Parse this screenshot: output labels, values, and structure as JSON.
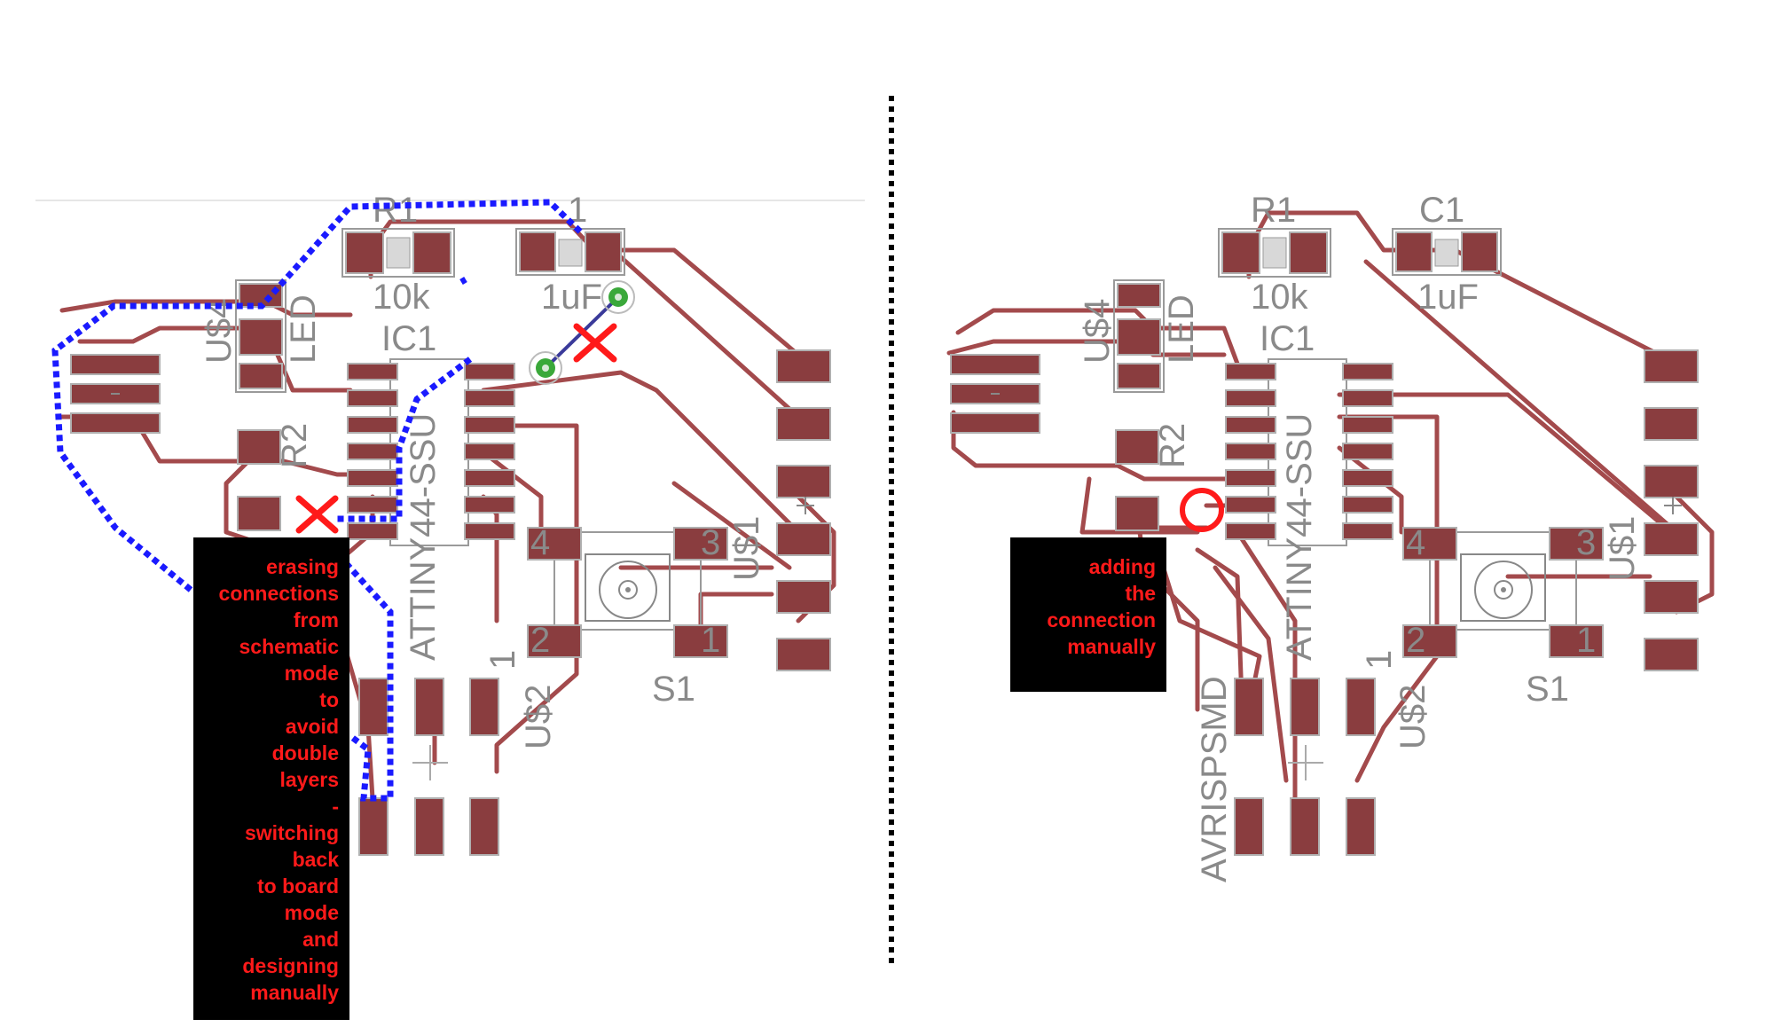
{
  "left_panel": {
    "labels": {
      "r1": "R1",
      "c1": "1",
      "r1_value": "10k",
      "c1_value": "1uF",
      "ic1": "IC1",
      "chip": "ATTINY44-SSU",
      "u4": "U$4",
      "led": "LED",
      "r2": "R2",
      "u1": "U$1",
      "u2": "U$2",
      "s1": "S1",
      "pin1": "1",
      "sw_4": "4",
      "sw_3": "3",
      "sw_2": "2",
      "sw_1": "1"
    },
    "note": "erasing\nconnections\nfrom\nschematic\nmode\nto\navoid\ndouble\nlayers\n-\nswitching\nback\nto board\nmode\nand\ndesigning\nmanually"
  },
  "right_panel": {
    "labels": {
      "r1": "R1",
      "c1": "C1",
      "r1_value": "10k",
      "c1_value": "1uF",
      "ic1": "IC1",
      "chip": "ATTINY44-SSU",
      "u4": "U$4",
      "led": "LED",
      "r2": "R2",
      "u1": "U$1",
      "u2": "U$2",
      "s1": "S1",
      "pin1": "1",
      "avrispsmd": "AVRISPSMD",
      "sw_4": "4",
      "sw_3": "3",
      "sw_2": "2",
      "sw_1": "1"
    },
    "note": "adding\nthe\nconnection\nmanually"
  },
  "colors": {
    "pad": "#8a3d3f",
    "trace": "#a34a4c",
    "annotation_red": "#ff1a1a",
    "selection_blue": "#1a1aff",
    "via_green": "#3aa83a",
    "divider": "#000000"
  }
}
